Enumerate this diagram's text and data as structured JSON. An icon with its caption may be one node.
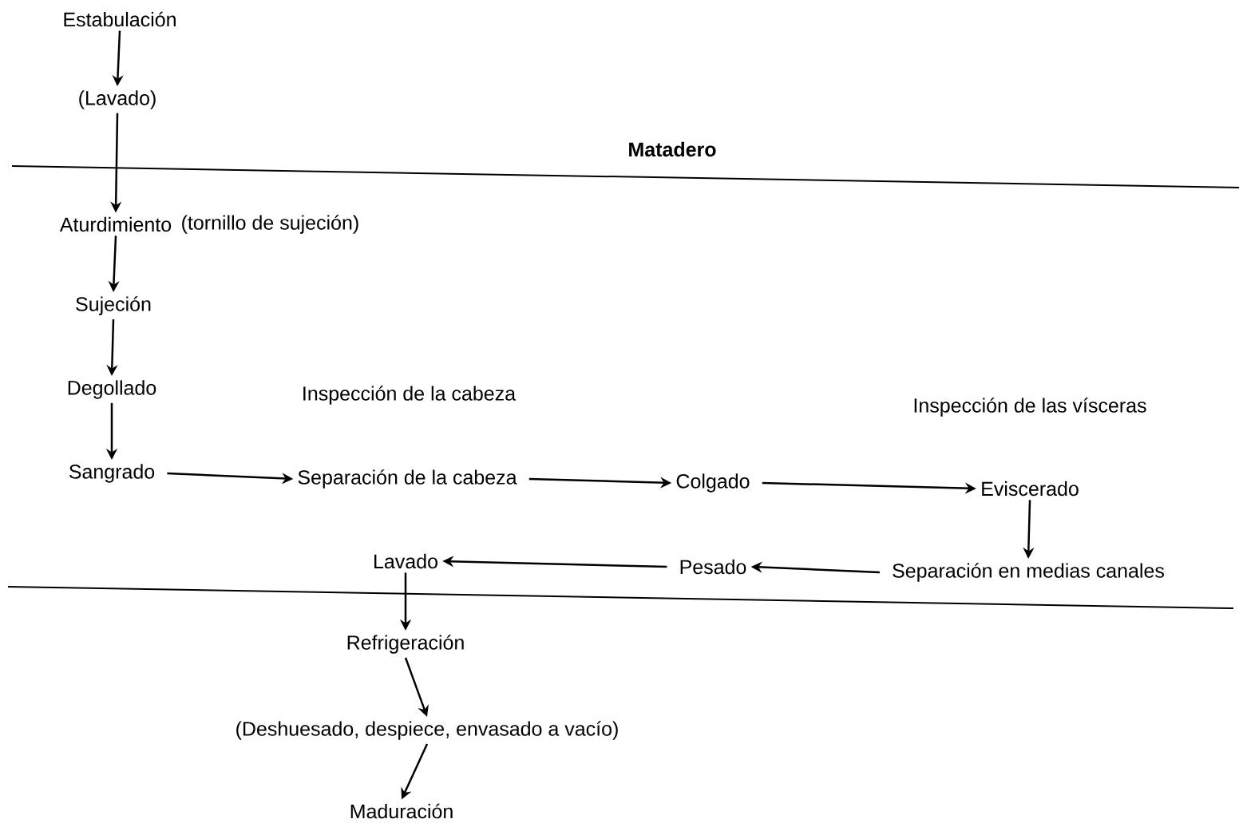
{
  "diagram": {
    "nodes": [
      {
        "text": [
          "Estabulación"
        ]
      },
      {
        "text": [
          "(Lavado)"
        ]
      },
      {
        "text": [
          "Aturdimiento"
        ],
        "beside": [
          "(tornillo de sujeción)"
        ]
      },
      {
        "text": [
          "Sujeción"
        ]
      },
      {
        "text": [
          "Degollado"
        ]
      },
      {
        "text": [
          "Sangrado"
        ]
      },
      {
        "text": [
          "Separación de la cabeza"
        ]
      },
      {
        "text": [
          "Colgado"
        ]
      },
      {
        "text": [
          "Eviscerado"
        ]
      },
      {
        "text": [
          "Separación en medias canales"
        ]
      },
      {
        "text": [
          "Pesado"
        ]
      },
      {
        "text": [
          "Lavado"
        ]
      },
      {
        "text": [
          "Refrigeración"
        ]
      },
      {
        "text": [
          "(Deshuesado, despiece, envasado a vacío)"
        ]
      },
      {
        "text": [
          "Maduración"
        ]
      }
    ],
    "edges": [
      {
        "from": 0,
        "to": 1,
        "arrow": "to"
      },
      {
        "from": 1,
        "to": 2,
        "arrow": "to"
      },
      {
        "from": 2,
        "to": 3,
        "arrow": "to"
      },
      {
        "from": 3,
        "to": 4,
        "arrow": "to"
      },
      {
        "from": 4,
        "to": 5,
        "arrow": "to"
      },
      {
        "from": 5,
        "to": 6,
        "arrow": "to"
      },
      {
        "from": 6,
        "to": 7,
        "arrow": "to"
      },
      {
        "from": 7,
        "to": 8,
        "arrow": "to"
      },
      {
        "from": 8,
        "to": 9,
        "arrow": "to"
      },
      {
        "from": 9,
        "to": 10,
        "arrow": "to"
      },
      {
        "from": 10,
        "to": 11,
        "arrow": "to"
      },
      {
        "from": 11,
        "to": 12,
        "arrow": "to"
      },
      {
        "from": 12,
        "to": 13,
        "arrow": "to"
      },
      {
        "from": 13,
        "to": 14,
        "arrow": "to"
      }
    ],
    "labels": [
      "Matadero",
      "Inspección de la cabeza",
      "Inspección de las vísceras"
    ]
  }
}
